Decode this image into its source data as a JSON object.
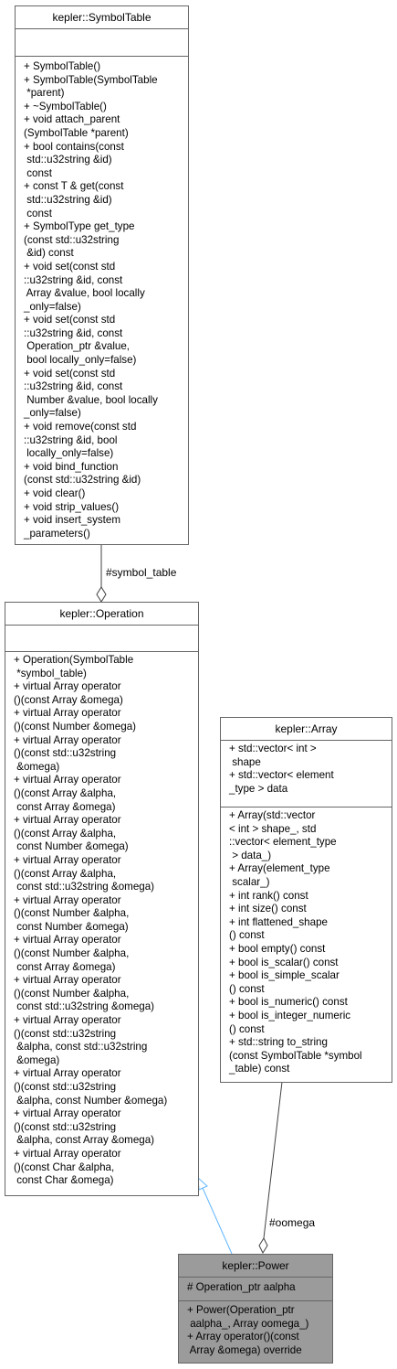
{
  "symbol_table": {
    "title": "kepler::SymbolTable",
    "attributes": [],
    "methods": [
      "+ SymbolTable()",
      "+ SymbolTable(SymbolTable",
      " *parent)",
      "+ ~SymbolTable()",
      "+ void attach_parent",
      "(SymbolTable *parent)",
      "+ bool contains(const",
      " std::u32string &id)",
      " const",
      "+ const T & get(const",
      " std::u32string &id)",
      " const",
      "+ SymbolType get_type",
      "(const std::u32string",
      " &id) const",
      "+ void set(const std",
      "::u32string &id, const",
      " Array &value, bool locally",
      "_only=false)",
      "+ void set(const std",
      "::u32string &id, const",
      " Operation_ptr &value,",
      " bool locally_only=false)",
      "+ void set(const std",
      "::u32string &id, const",
      " Number &value, bool locally",
      "_only=false)",
      "+ void remove(const std",
      "::u32string &id, bool",
      " locally_only=false)",
      "+ void bind_function",
      "(const std::u32string &id)",
      "+ void clear()",
      "+ void strip_values()",
      "+ void insert_system",
      "_parameters()"
    ]
  },
  "operation": {
    "title": "kepler::Operation",
    "attributes": [],
    "methods": [
      "+ Operation(SymbolTable",
      " *symbol_table)",
      "+ virtual Array operator",
      "()(const Array &omega)",
      "+ virtual Array operator",
      "()(const Number &omega)",
      "+ virtual Array operator",
      "()(const std::u32string",
      " &omega)",
      "+ virtual Array operator",
      "()(const Array &alpha,",
      " const Array &omega)",
      "+ virtual Array operator",
      "()(const Array &alpha,",
      " const Number &omega)",
      "+ virtual Array operator",
      "()(const Array &alpha,",
      " const std::u32string &omega)",
      "+ virtual Array operator",
      "()(const Number &alpha,",
      " const Number &omega)",
      "+ virtual Array operator",
      "()(const Number &alpha,",
      " const Array &omega)",
      "+ virtual Array operator",
      "()(const Number &alpha,",
      " const std::u32string &omega)",
      "+ virtual Array operator",
      "()(const std::u32string",
      " &alpha, const std::u32string",
      " &omega)",
      "+ virtual Array operator",
      "()(const std::u32string",
      " &alpha, const Number &omega)",
      "+ virtual Array operator",
      "()(const std::u32string",
      " &alpha, const Array &omega)",
      "+ virtual Array operator",
      "()(const Char &alpha,",
      " const Char &omega)"
    ]
  },
  "array": {
    "title": "kepler::Array",
    "attributes": [
      "+ std::vector< int >",
      " shape",
      "+ std::vector< element",
      "_type > data"
    ],
    "methods": [
      "+ Array(std::vector",
      "< int > shape_, std",
      "::vector< element_type",
      " > data_)",
      "+ Array(element_type",
      " scalar_)",
      "+ int rank() const",
      "+ int size() const",
      "+ int flattened_shape",
      "() const",
      "+ bool empty() const",
      "+ bool is_scalar() const",
      "+ bool is_simple_scalar",
      "() const",
      "+ bool is_numeric() const",
      "+ bool is_integer_numeric",
      "() const",
      "+ std::string to_string",
      "(const SymbolTable *symbol",
      "_table) const"
    ]
  },
  "power": {
    "title": "kepler::Power",
    "attributes": [
      "# Operation_ptr aalpha"
    ],
    "methods": [
      "+ Power(Operation_ptr",
      " aalpha_, Array oomega_)",
      "+ Array operator()(const",
      " Array &omega) override"
    ]
  },
  "edges": {
    "symbol_table_label": "#symbol_table",
    "oomega_label": "#oomega"
  },
  "colors": {
    "border": "#666666",
    "highlight_fill": "#9b9b9b",
    "inheritance_edge": "#63b8ff",
    "association_edge": "#404040"
  }
}
